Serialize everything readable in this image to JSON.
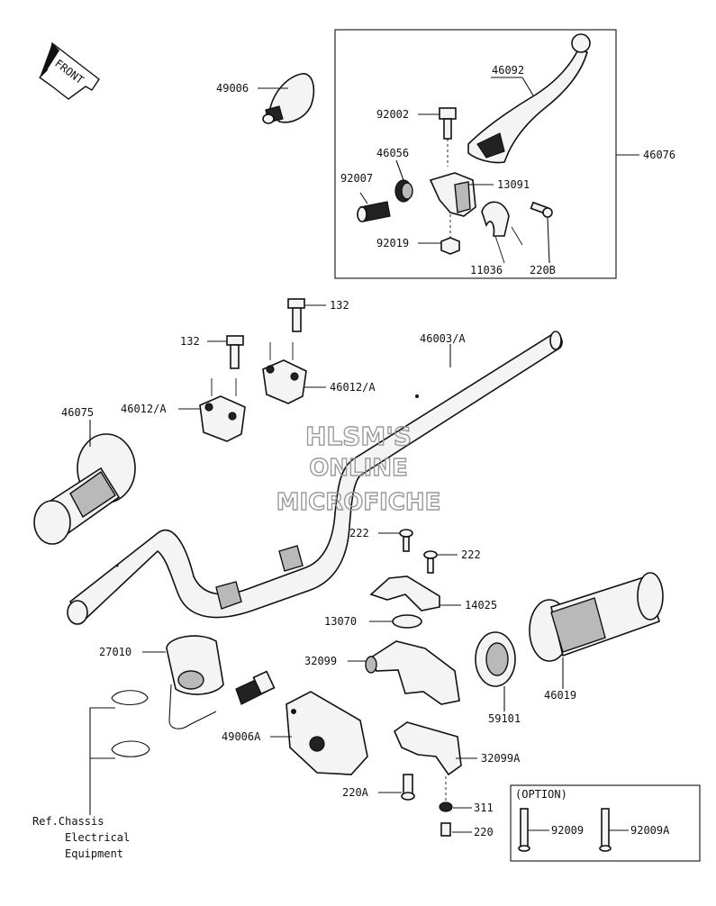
{
  "orientation": {
    "label": "FRONT"
  },
  "watermark": {
    "line1": "HLSM'S",
    "line2": "ONLINE",
    "line3": "MICROFICHE"
  },
  "option_box": {
    "title": "(OPTION)"
  },
  "reference_note": {
    "line1": "Ref.Chassis",
    "line2": "Electrical",
    "line3": "Equipment"
  },
  "parts": {
    "p49006": "49006",
    "p46092": "46092",
    "p46076": "46076",
    "p92002": "92002",
    "p46056": "46056",
    "p92007": "92007",
    "p13091": "13091",
    "p92019": "92019",
    "p11036": "11036",
    "p220B": "220B",
    "p132a": "132",
    "p132b": "132",
    "p46003A": "46003/A",
    "p46012A_right": "46012/A",
    "p46012A_left": "46012/A",
    "p46075": "46075",
    "p222a": "222",
    "p222b": "222",
    "p14025": "14025",
    "p13070": "13070",
    "p27010": "27010",
    "p32099": "32099",
    "p59101": "59101",
    "p46019": "46019",
    "p49006A": "49006A",
    "p32099A": "32099A",
    "p220A": "220A",
    "p311": "311",
    "p220": "220",
    "p92009": "92009",
    "p92009A": "92009A"
  }
}
